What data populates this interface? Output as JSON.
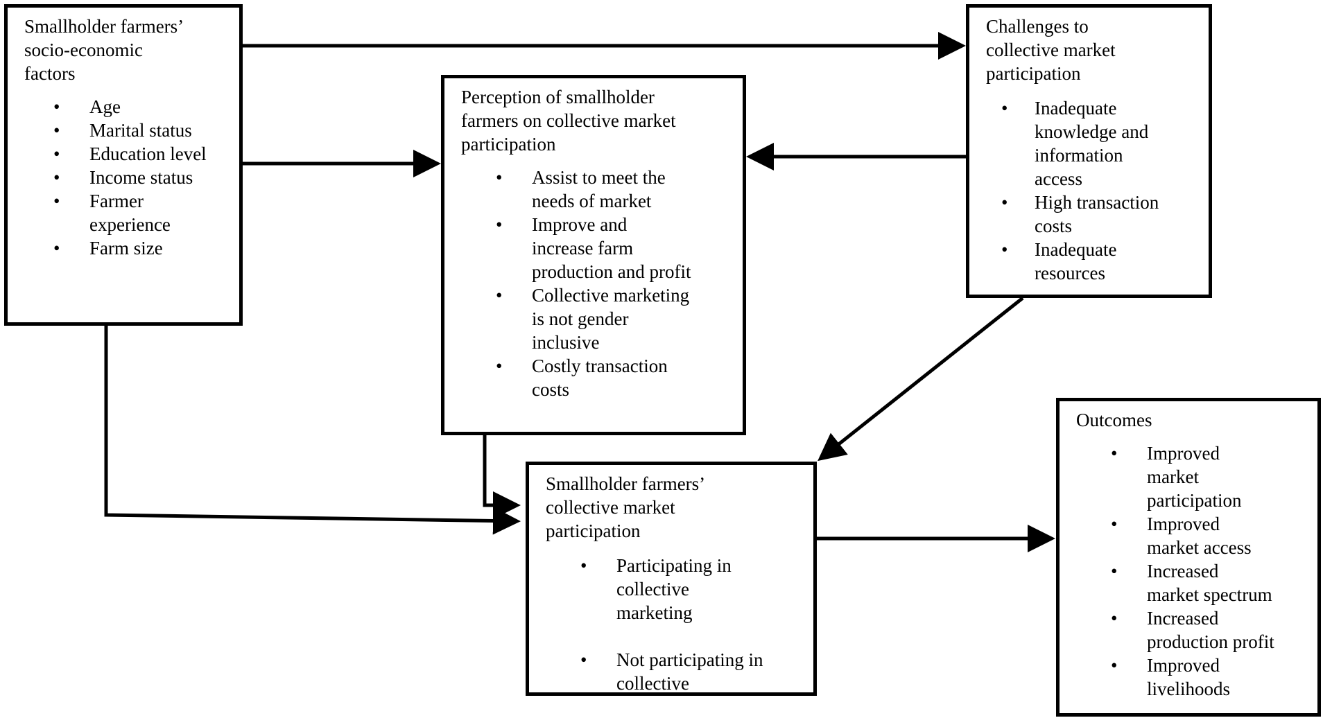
{
  "boxes": {
    "socio": {
      "title": "Smallholder farmers’\nsocio-economic\nfactors",
      "items": [
        "Age",
        "Marital status",
        "Education level",
        "Income status",
        "Farmer\nexperience",
        "Farm size"
      ]
    },
    "perception": {
      "title": "Perception of smallholder\nfarmers on collective market\nparticipation",
      "items": [
        "Assist to meet the\nneeds of market",
        "Improve and\nincrease farm\nproduction and profit",
        "Collective marketing\nis not gender\ninclusive",
        "Costly transaction\ncosts"
      ]
    },
    "challenges": {
      "title": "Challenges to\ncollective market\nparticipation",
      "items": [
        "Inadequate\nknowledge and\ninformation\naccess",
        "High transaction\ncosts",
        "Inadequate\nresources"
      ]
    },
    "participation": {
      "title": "Smallholder farmers’\ncollective market\nparticipation",
      "items": [
        "Participating in\ncollective\nmarketing",
        "Not participating in\ncollective"
      ]
    },
    "outcomes": {
      "title": "Outcomes",
      "items": [
        "Improved\nmarket\nparticipation",
        "Improved\nmarket access",
        "Increased\nmarket spectrum",
        "Increased\nproduction profit",
        "Improved\nlivelihoods"
      ]
    }
  },
  "bullet_glyph": "•",
  "colors": {
    "line": "#000000",
    "background": "#ffffff"
  }
}
